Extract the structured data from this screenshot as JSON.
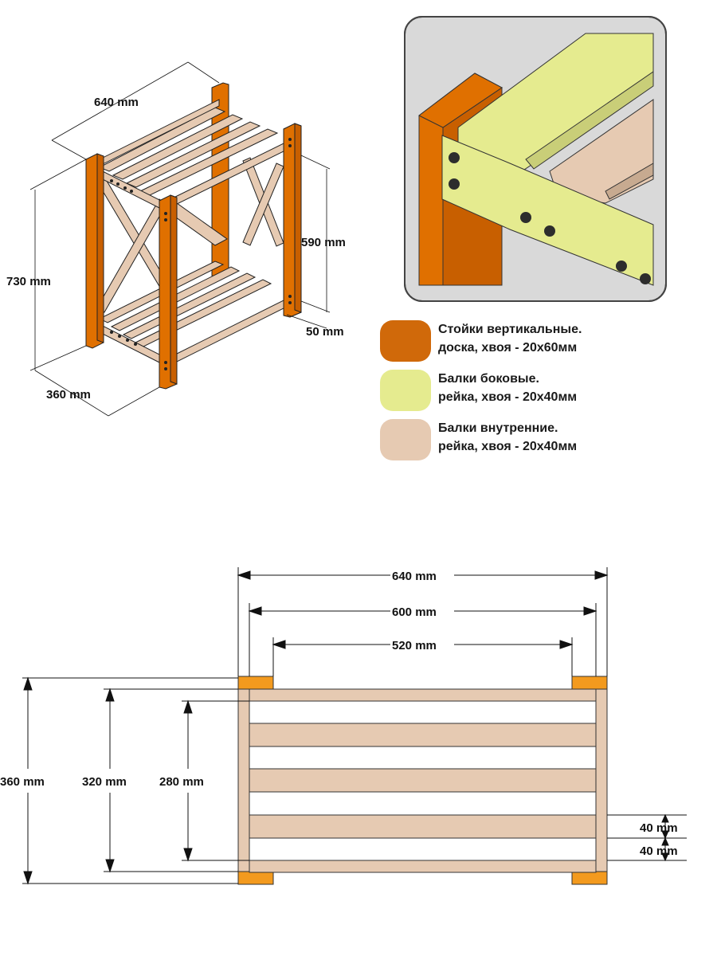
{
  "colors": {
    "post": "#e07000",
    "post_dark": "#c85f00",
    "side_beam": "#e5eb8f",
    "inner_beam": "#e6cab2",
    "detail_bg": "#d9d9d9",
    "line": "#111111"
  },
  "top_drawing": {
    "width_label": "640 mm",
    "height_label": "730 mm",
    "depth_label": "360 mm",
    "inner_height_label": "590 mm",
    "foot_label": "50 mm"
  },
  "legend": [
    {
      "color_key": "post",
      "line1": "Стойки вертикальные.",
      "line2": "доска, хвоя - 20х60мм"
    },
    {
      "color_key": "side_beam",
      "line1": "Балки боковые.",
      "line2": "рейка, хвоя - 20х40мм"
    },
    {
      "color_key": "inner_beam",
      "line1": "Балки внутренние.",
      "line2": "рейка, хвоя - 20х40мм"
    }
  ],
  "plan_drawing": {
    "outer_width_label": "640 mm",
    "mid_width_label": "600 mm",
    "inner_width_label": "520 mm",
    "outer_depth_label": "360 mm",
    "mid_depth_label": "320 mm",
    "inner_depth_label": "280 mm",
    "slat_width_label": "40 mm",
    "gap_width_label": "40 mm"
  }
}
